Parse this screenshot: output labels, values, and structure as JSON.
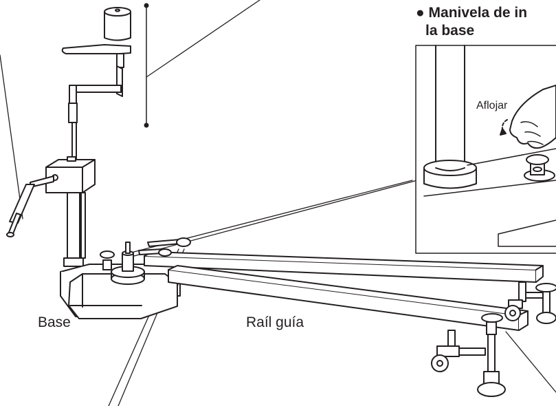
{
  "labels": {
    "base": "Base",
    "guide_rail": "Raíl guía",
    "inset_heading_line1": "● Manivela de in",
    "inset_heading_line2": "la base",
    "loosen": "Aflojar"
  }
}
